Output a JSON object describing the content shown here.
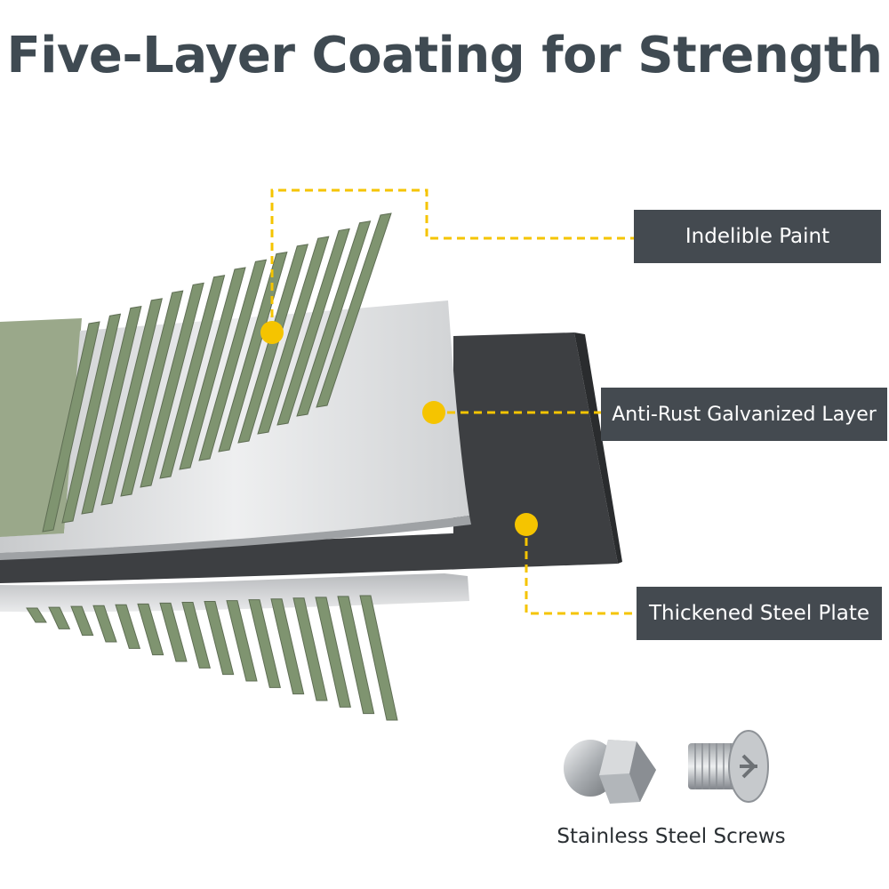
{
  "title": "Five-Layer Coating for Strength",
  "layers": [
    {
      "label": "Indelible Paint",
      "color": "#7f9470"
    },
    {
      "label": "Anti-Rust Galvanized Layer",
      "color": "#d6d8da"
    },
    {
      "label": "Thickened Steel Plate",
      "color": "#3d3f42"
    }
  ],
  "callout_color": "#f5c400",
  "label_bg": "#444a50",
  "screws": {
    "caption": "Stainless Steel Screws"
  }
}
